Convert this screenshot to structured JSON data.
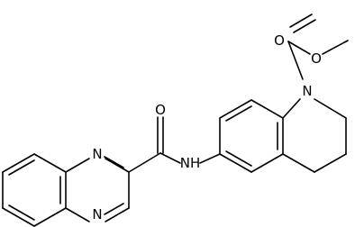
{
  "molecule": {
    "atoms": {
      "carbonyl_o_ester": "O",
      "ester_o": "O",
      "n_ring": "N",
      "amide_o": "O",
      "amide_nh": "NH",
      "n_quinox_top": "N",
      "n_quinox_bottom": "N"
    },
    "colors": {
      "bond": "#000000",
      "text": "#000000",
      "background": "#ffffff"
    }
  }
}
